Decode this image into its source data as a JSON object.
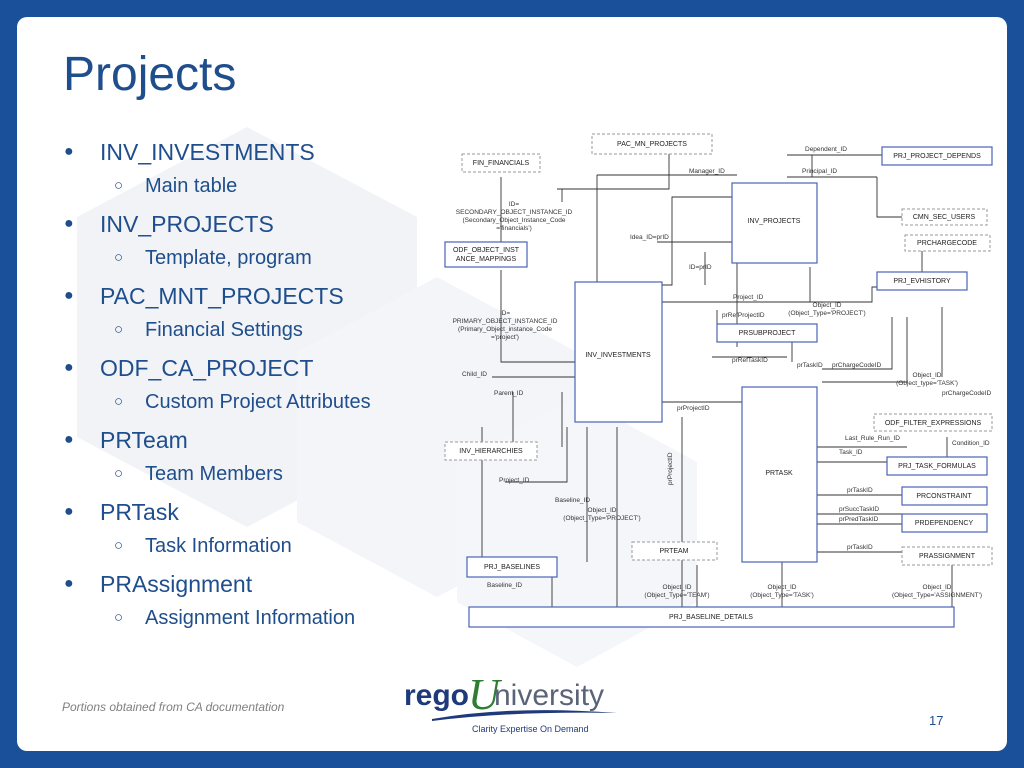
{
  "title": "Projects",
  "bullets": [
    {
      "label": "INV_INVESTMENTS",
      "sub": "Main table"
    },
    {
      "label": "INV_PROJECTS",
      "sub": "Template, program"
    },
    {
      "label": "PAC_MNT_PROJECTS",
      "sub": "Financial Settings"
    },
    {
      "label": "ODF_CA_PROJECT",
      "sub": "Custom Project Attributes"
    },
    {
      "label": "PRTeam",
      "sub": "Team Members"
    },
    {
      "label": "PRTask",
      "sub": "Task Information"
    },
    {
      "label": "PRAssignment",
      "sub": "Assignment Information"
    }
  ],
  "bullet_glyph": "●",
  "sub_glyph": "○",
  "diagram": {
    "entities": {
      "pac_mn_projects": "PAC_MN_PROJECTS",
      "fin_financials": "FIN_FINANCIALS",
      "prj_project_depends": "PRJ_PROJECT_DEPENDS",
      "inv_projects": "INV_PROJECTS",
      "cmn_sec_users": "CMN_SEC_USERS",
      "prchargecode": "PRCHARGECODE",
      "odf_object_instance_mappings_1": "ODF_OBJECT_INST",
      "odf_object_instance_mappings_2": "ANCE_MAPPINGS",
      "prj_evhistory": "PRJ_EVHISTORY",
      "inv_investments": "INV_INVESTMENTS",
      "prsubproject": "PRSUBPROJECT",
      "odf_filter_expressions": "ODF_FILTER_EXPRESSIONS",
      "inv_hierarchies": "INV_HIERARCHIES",
      "prtask": "PRTASK",
      "prj_task_formulas": "PRJ_TASK_FORMULAS",
      "prconstraint": "PRCONSTRAINT",
      "prdependency": "PRDEPENDENCY",
      "prteam": "PRTEAM",
      "prassignment": "PRASSIGNMENT",
      "prj_baselines": "PRJ_BASELINES",
      "prj_baseline_details": "PRJ_BASELINE_DETAILS"
    },
    "labels": {
      "dependent_id": "Dependent_ID",
      "principal_id": "Principal_ID",
      "manager_id": "Manager_ID",
      "fin_rel_1": "ID=",
      "fin_rel_2": "SECONDARY_OBJECT_INSTANCE_ID",
      "fin_rel_3": "(Secondary_Object_Instance_Code",
      "fin_rel_4": "='financials')",
      "idea_id": "Idea_ID=prID",
      "id_prid": "ID=prID",
      "project_id_top": "Project_ID",
      "object_id_project_1": "Object_ID",
      "object_id_project_2": "(Object_Type='PROJECT')",
      "prrefprojectid": "prRefProjectID",
      "prreftaskid": "prRefTaskID",
      "prtaskid_sub": "prTaskID",
      "prchargecodeid_1": "prChargeCodeID",
      "object_id_task_1": "Object_ID",
      "object_id_task_2": "(Object_type='TASK')",
      "prchargecodeid_2": "prChargeCodeID",
      "proj_rel_1": "ID=",
      "proj_rel_2": "PRIMARY_OBJECT_INSTANCE_ID",
      "proj_rel_3": "(Primary_Object_instance_Code",
      "proj_rel_4": "='project')",
      "child_id": "Child_ID",
      "parent_id": "Parent_ID",
      "prprojectid_h": "prProjectID",
      "prprojectid_v": "prProjectID",
      "last_rule_run_id": "Last_Rule_Run_ID",
      "condition_id": "Condition_ID",
      "task_id": "Task_ID",
      "project_id_base": "Project_ID",
      "baseline_id_v": "Baseline_ID",
      "prtaskid_c": "prTaskID",
      "prsucctaskid": "prSuccTaskID",
      "prpredtaskid": "prPredTaskID",
      "object_id_proj_b1": "Object_ID",
      "object_id_proj_b2": "(Object_Type='PROJECT')",
      "prtaskid_a": "prTaskID",
      "baseline_id": "Baseline_ID",
      "object_id_team_1": "Object_ID",
      "object_id_team_2": "(Object_Type='TEAM')",
      "object_id_task2_1": "Object_ID",
      "object_id_task2_2": "(Object_Type='TASK')",
      "object_id_asg_1": "Object_ID",
      "object_id_asg_2": "(Object_Type='ASSIGNMENT')"
    }
  },
  "footnote": "Portions obtained from CA documentation",
  "logo": {
    "rego": "rego",
    "u": "U",
    "niversity": "niversity",
    "tagline": "Clarity Expertise On Demand"
  },
  "page_number": "17",
  "colors": {
    "frame": "#1a4f9a",
    "text": "#1f4e8c",
    "entity_border": "#4a63b8",
    "logo_green": "#2e7d32"
  }
}
